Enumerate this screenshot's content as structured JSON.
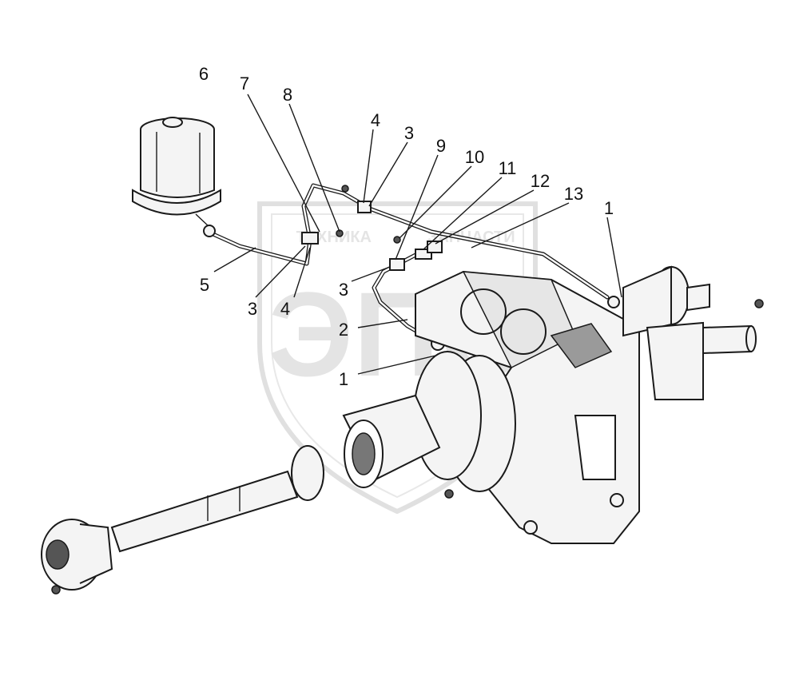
{
  "watermark": {
    "top_text": "ТЕХНИКА",
    "top_text_2": "ЗАПЧАСТИ",
    "big_text": "ЭПС"
  },
  "callouts": [
    {
      "id": "label-6",
      "text": "6"
    },
    {
      "id": "label-7",
      "text": "7"
    },
    {
      "id": "label-8",
      "text": "8"
    },
    {
      "id": "label-4-top",
      "text": "4"
    },
    {
      "id": "label-3-top",
      "text": "3"
    },
    {
      "id": "label-9",
      "text": "9"
    },
    {
      "id": "label-10",
      "text": "10"
    },
    {
      "id": "label-11",
      "text": "11"
    },
    {
      "id": "label-12",
      "text": "12"
    },
    {
      "id": "label-13",
      "text": "13"
    },
    {
      "id": "label-1-right",
      "text": "1"
    },
    {
      "id": "label-5",
      "text": "5"
    },
    {
      "id": "label-3-left",
      "text": "3"
    },
    {
      "id": "label-4-left",
      "text": "4"
    },
    {
      "id": "label-3-mid",
      "text": "3"
    },
    {
      "id": "label-2",
      "text": "2"
    },
    {
      "id": "label-1-left",
      "text": "1"
    }
  ]
}
